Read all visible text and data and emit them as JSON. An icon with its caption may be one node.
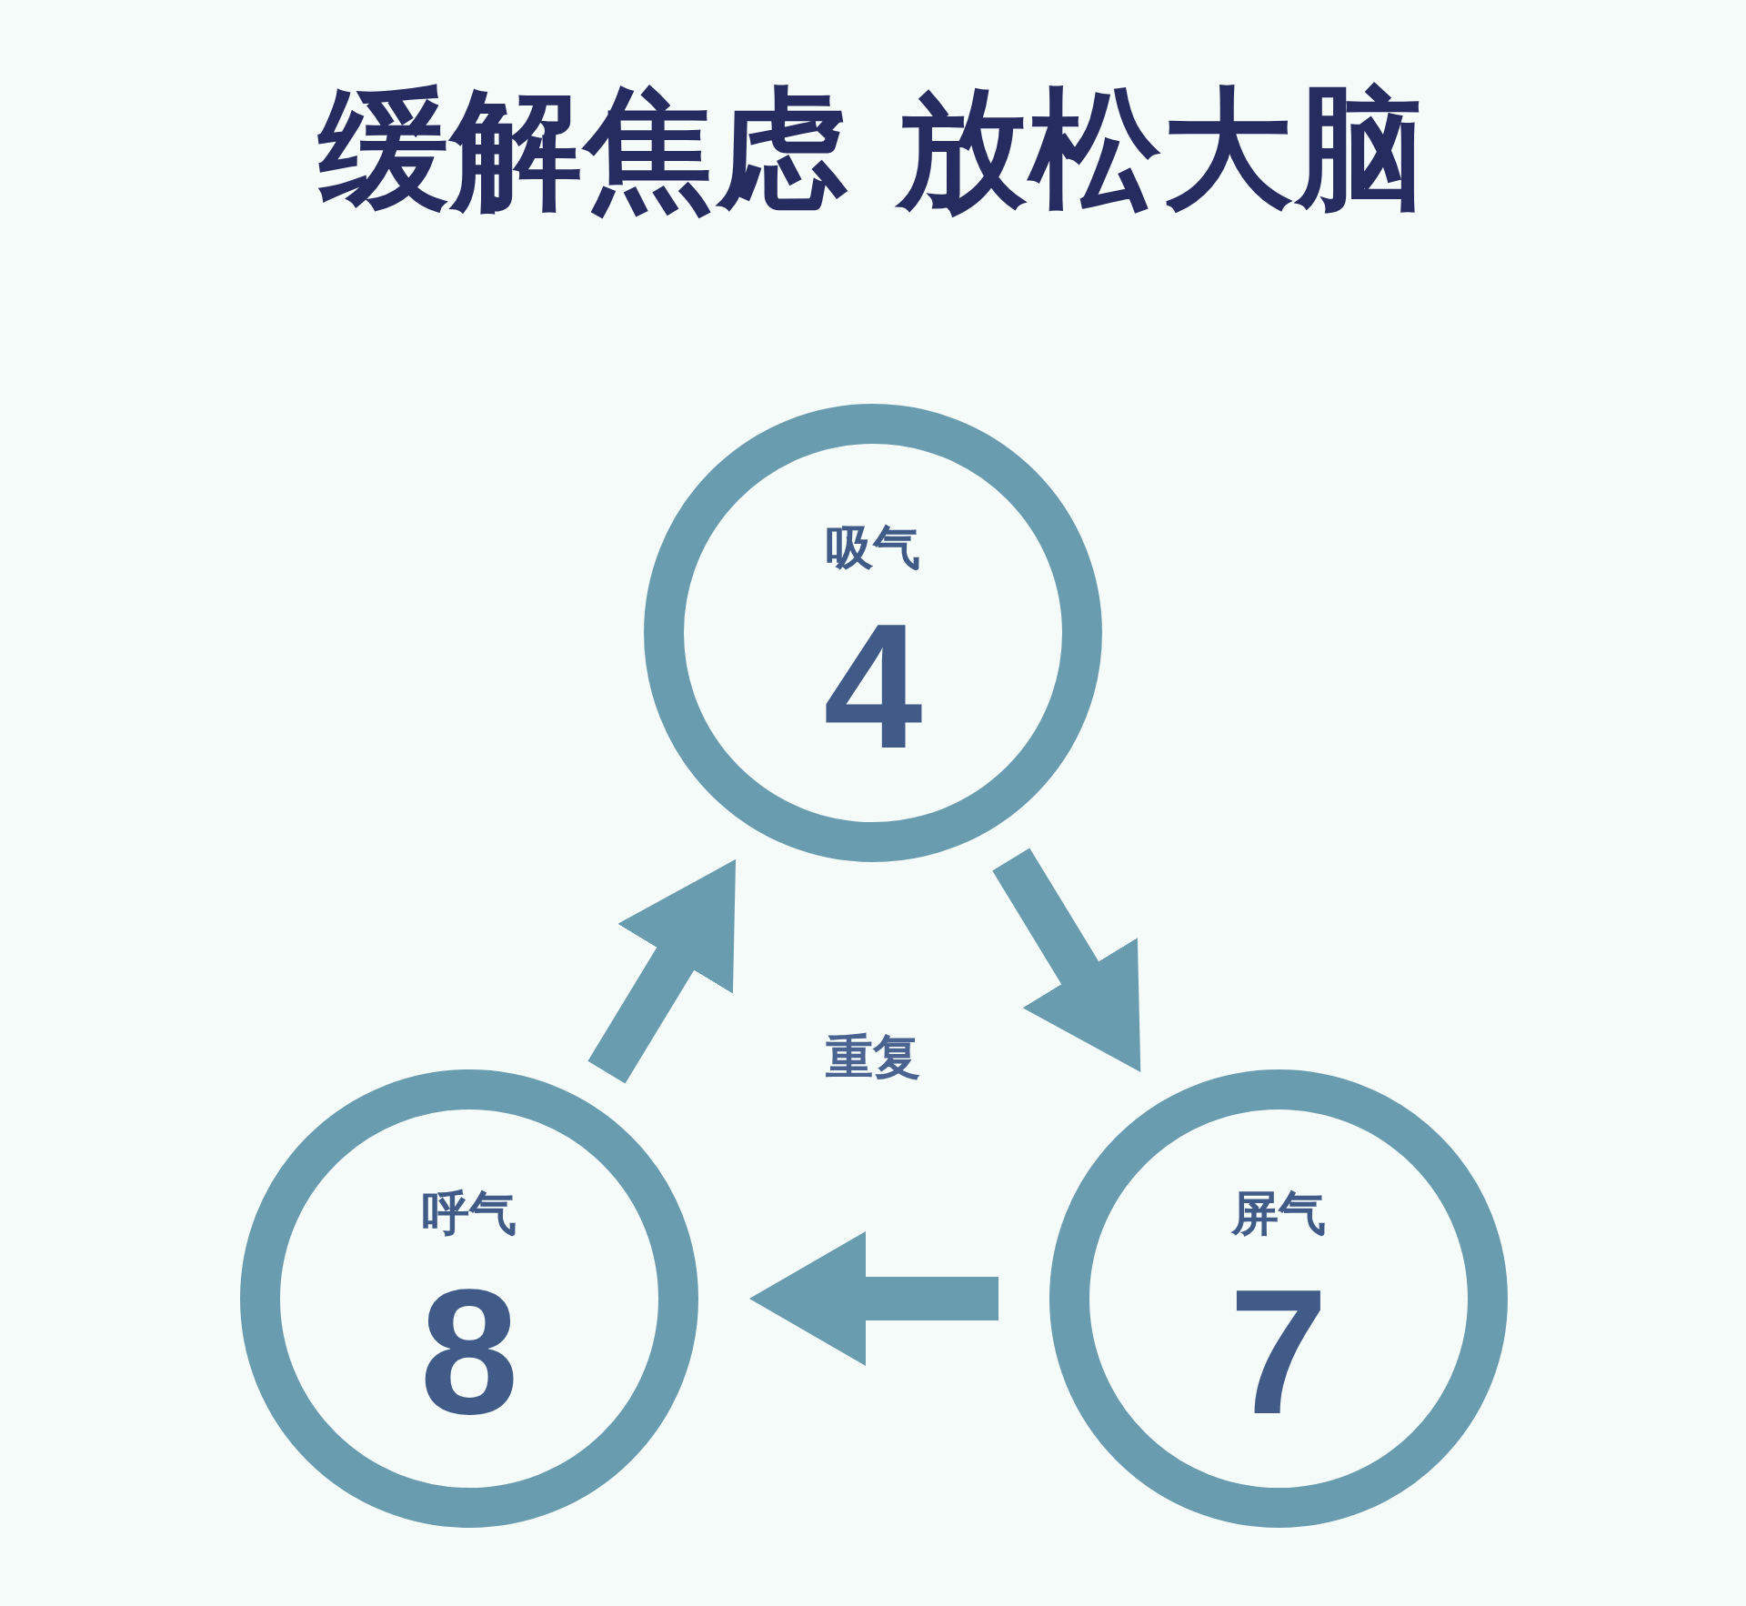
{
  "diagram": {
    "title": "缓解焦虑 放松大脑",
    "nodes": [
      {
        "text": [
          "吸气",
          "4"
        ]
      },
      {
        "text": [
          "呼气",
          "8"
        ]
      },
      {
        "text": [
          "屏气",
          "7"
        ]
      }
    ],
    "edges": [
      {
        "from": 1,
        "to": 0,
        "arrow": "to"
      },
      {
        "from": 0,
        "to": 2,
        "arrow": "to"
      },
      {
        "from": 2,
        "to": 1,
        "arrow": "to"
      }
    ],
    "labels": [
      "重复"
    ]
  }
}
